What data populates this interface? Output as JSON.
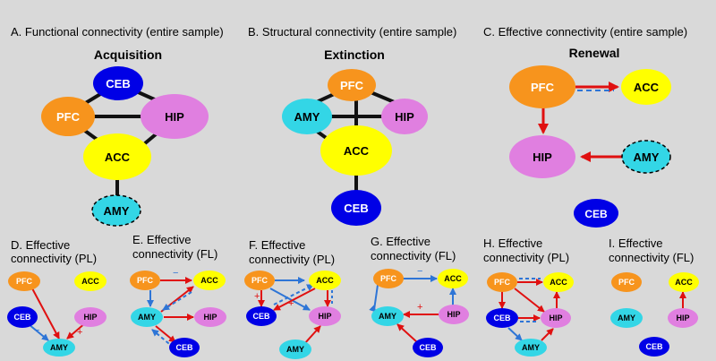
{
  "colors": {
    "background": "#d9d9d9",
    "PFC": "#f7941d",
    "ACC": "#ffff00",
    "HIP": "#e07fe0",
    "AMY": "#33d6e6",
    "CEB": "#0000e6",
    "red_arrow": "#e01010",
    "blue_arrow": "#2e75d6",
    "edge": "#111111"
  },
  "panels": {
    "A": {
      "title": "A. Functional connectivity (entire sample)",
      "phase": "Acquisition"
    },
    "B": {
      "title": "B. Structural connectivity (entire sample)",
      "phase": "Extinction"
    },
    "C": {
      "title": "C. Effective connectivity (entire sample)",
      "phase": "Renewal"
    },
    "D": {
      "title_line1": "D. Effective",
      "title_line2": "connectivity (PL)"
    },
    "E": {
      "title_line1": "E. Effective",
      "title_line2": "connectivity (FL)"
    },
    "F": {
      "title_line1": "F. Effective",
      "title_line2": "connectivity (PL)"
    },
    "G": {
      "title_line1": "G. Effective",
      "title_line2": "connectivity (FL)"
    },
    "H": {
      "title_line1": "H. Effective",
      "title_line2": "connectivity (PL)"
    },
    "I": {
      "title_line1": "I. Effective",
      "title_line2": "connectivity (FL)"
    }
  },
  "nodes": {
    "PFC": "PFC",
    "ACC": "ACC",
    "HIP": "HIP",
    "AMY": "AMY",
    "CEB": "CEB"
  },
  "signs": {
    "plus": "+",
    "minus": "−"
  }
}
